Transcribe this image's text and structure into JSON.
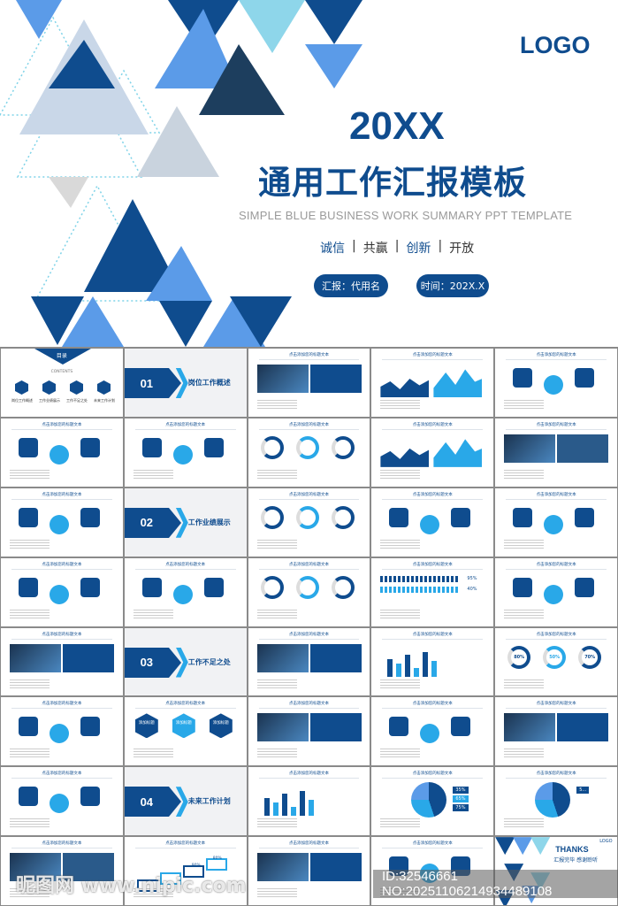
{
  "cover": {
    "logo": "LOGO",
    "year": "20XX",
    "title": "通用工作汇报模板",
    "subtitle": "SIMPLE BLUE BUSINESS WORK SUMMARY PPT TEMPLATE",
    "values": [
      "诚信",
      "共赢",
      "创新",
      "开放"
    ],
    "separator": "|",
    "reporter": "汇报：代用名",
    "date": "时间：202X.X"
  },
  "colors": {
    "primary": "#0f4c8e",
    "accent": "#29a8e8",
    "light": "#5b9be8"
  },
  "slide_title": "点击添加您的标题文本",
  "slides": [
    {
      "type": "toc",
      "heading": "目录",
      "sub": "CONTENTS",
      "items": [
        "岗位工作概述",
        "工作业绩展示",
        "工作不足之处",
        "未来工作计划"
      ]
    },
    {
      "type": "section",
      "num": "01",
      "label": "岗位工作概述"
    },
    {
      "type": "content",
      "v": "photo"
    },
    {
      "type": "content",
      "v": "area"
    },
    {
      "type": "content",
      "v": "hex"
    },
    {
      "type": "content",
      "v": "tree"
    },
    {
      "type": "content",
      "v": "diamonds"
    },
    {
      "type": "content",
      "v": "circles"
    },
    {
      "type": "content",
      "v": "area"
    },
    {
      "type": "content",
      "v": "photos"
    },
    {
      "type": "content",
      "v": "list"
    },
    {
      "type": "section",
      "num": "02",
      "label": "工作业绩展示"
    },
    {
      "type": "content",
      "v": "circles"
    },
    {
      "type": "content",
      "v": "people"
    },
    {
      "type": "content",
      "v": "hand"
    },
    {
      "type": "content",
      "v": "gears"
    },
    {
      "type": "content",
      "v": "puzzle"
    },
    {
      "type": "content",
      "v": "pies"
    },
    {
      "type": "content",
      "v": "peoplebars",
      "labels": [
        "95%",
        "40%"
      ]
    },
    {
      "type": "content",
      "v": "peoplerows"
    },
    {
      "type": "content",
      "v": "photo"
    },
    {
      "type": "section",
      "num": "03",
      "label": "工作不足之处"
    },
    {
      "type": "content",
      "v": "photo"
    },
    {
      "type": "content",
      "v": "bars"
    },
    {
      "type": "content",
      "v": "donuts",
      "labels": [
        "80%",
        "50%",
        "70%"
      ]
    },
    {
      "type": "content",
      "v": "brain"
    },
    {
      "type": "content",
      "v": "hexes",
      "labels": [
        "添加标题",
        "添加标题",
        "添加标题"
      ]
    },
    {
      "type": "content",
      "v": "photo"
    },
    {
      "type": "content",
      "v": "pins"
    },
    {
      "type": "content",
      "v": "photo"
    },
    {
      "type": "content",
      "v": "thumb"
    },
    {
      "type": "section",
      "num": "04",
      "label": "未来工作计划"
    },
    {
      "type": "content",
      "v": "bars"
    },
    {
      "type": "content",
      "v": "pie",
      "labels": [
        "35%",
        "65%",
        "75%"
      ]
    },
    {
      "type": "content",
      "v": "pie2",
      "labels": [
        "5..."
      ]
    },
    {
      "type": "content",
      "v": "photos"
    },
    {
      "type": "content",
      "v": "steps",
      "labels": [
        "90%",
        "80%"
      ]
    },
    {
      "type": "content",
      "v": "photo"
    },
    {
      "type": "content",
      "v": "hex"
    },
    {
      "type": "thanks",
      "heading": "THANKS",
      "sub": "汇报完毕 感谢聆听",
      "logo": "LOGO"
    }
  ],
  "watermark": {
    "site": "昵图网 www.nipic.com",
    "id": "ID:32546661 NO:20251106214934489108"
  }
}
